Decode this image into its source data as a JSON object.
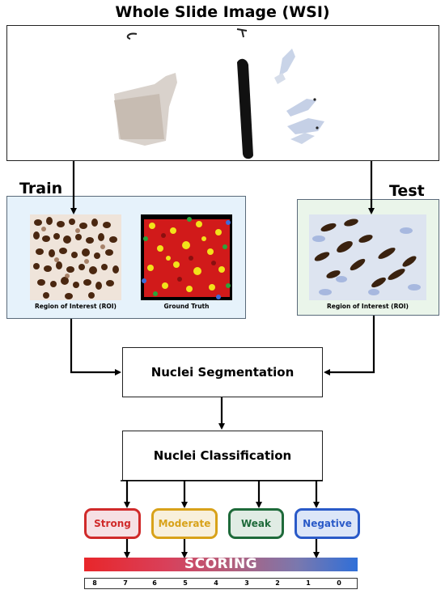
{
  "title": "Whole Slide Image (WSI)",
  "train": {
    "label": "Train",
    "roi_caption": "Region of Interest (ROI)",
    "gt_caption": "Ground Truth"
  },
  "test": {
    "label": "Test",
    "roi_caption": "Region of Interest (ROI)"
  },
  "steps": {
    "segmentation": "Nuclei Segmentation",
    "classification": "Nuclei Classification"
  },
  "classes": [
    {
      "label": "Strong",
      "color": "#d02a2a",
      "bg": "#f6e0e4"
    },
    {
      "label": "Moderate",
      "color": "#d8a21a",
      "bg": "#f8f0dc"
    },
    {
      "label": "Weak",
      "color": "#1e6a3a",
      "bg": "#e0ece4"
    },
    {
      "label": "Negative",
      "color": "#2a5ac8",
      "bg": "#dce6f8"
    }
  ],
  "scoring": {
    "label": "SCORING",
    "ticks": [
      "8",
      "7",
      "6",
      "5",
      "4",
      "3",
      "2",
      "1",
      "0"
    ]
  },
  "colors": {
    "train_panel": "#e6f2fb",
    "test_panel": "#eaf5ea"
  }
}
